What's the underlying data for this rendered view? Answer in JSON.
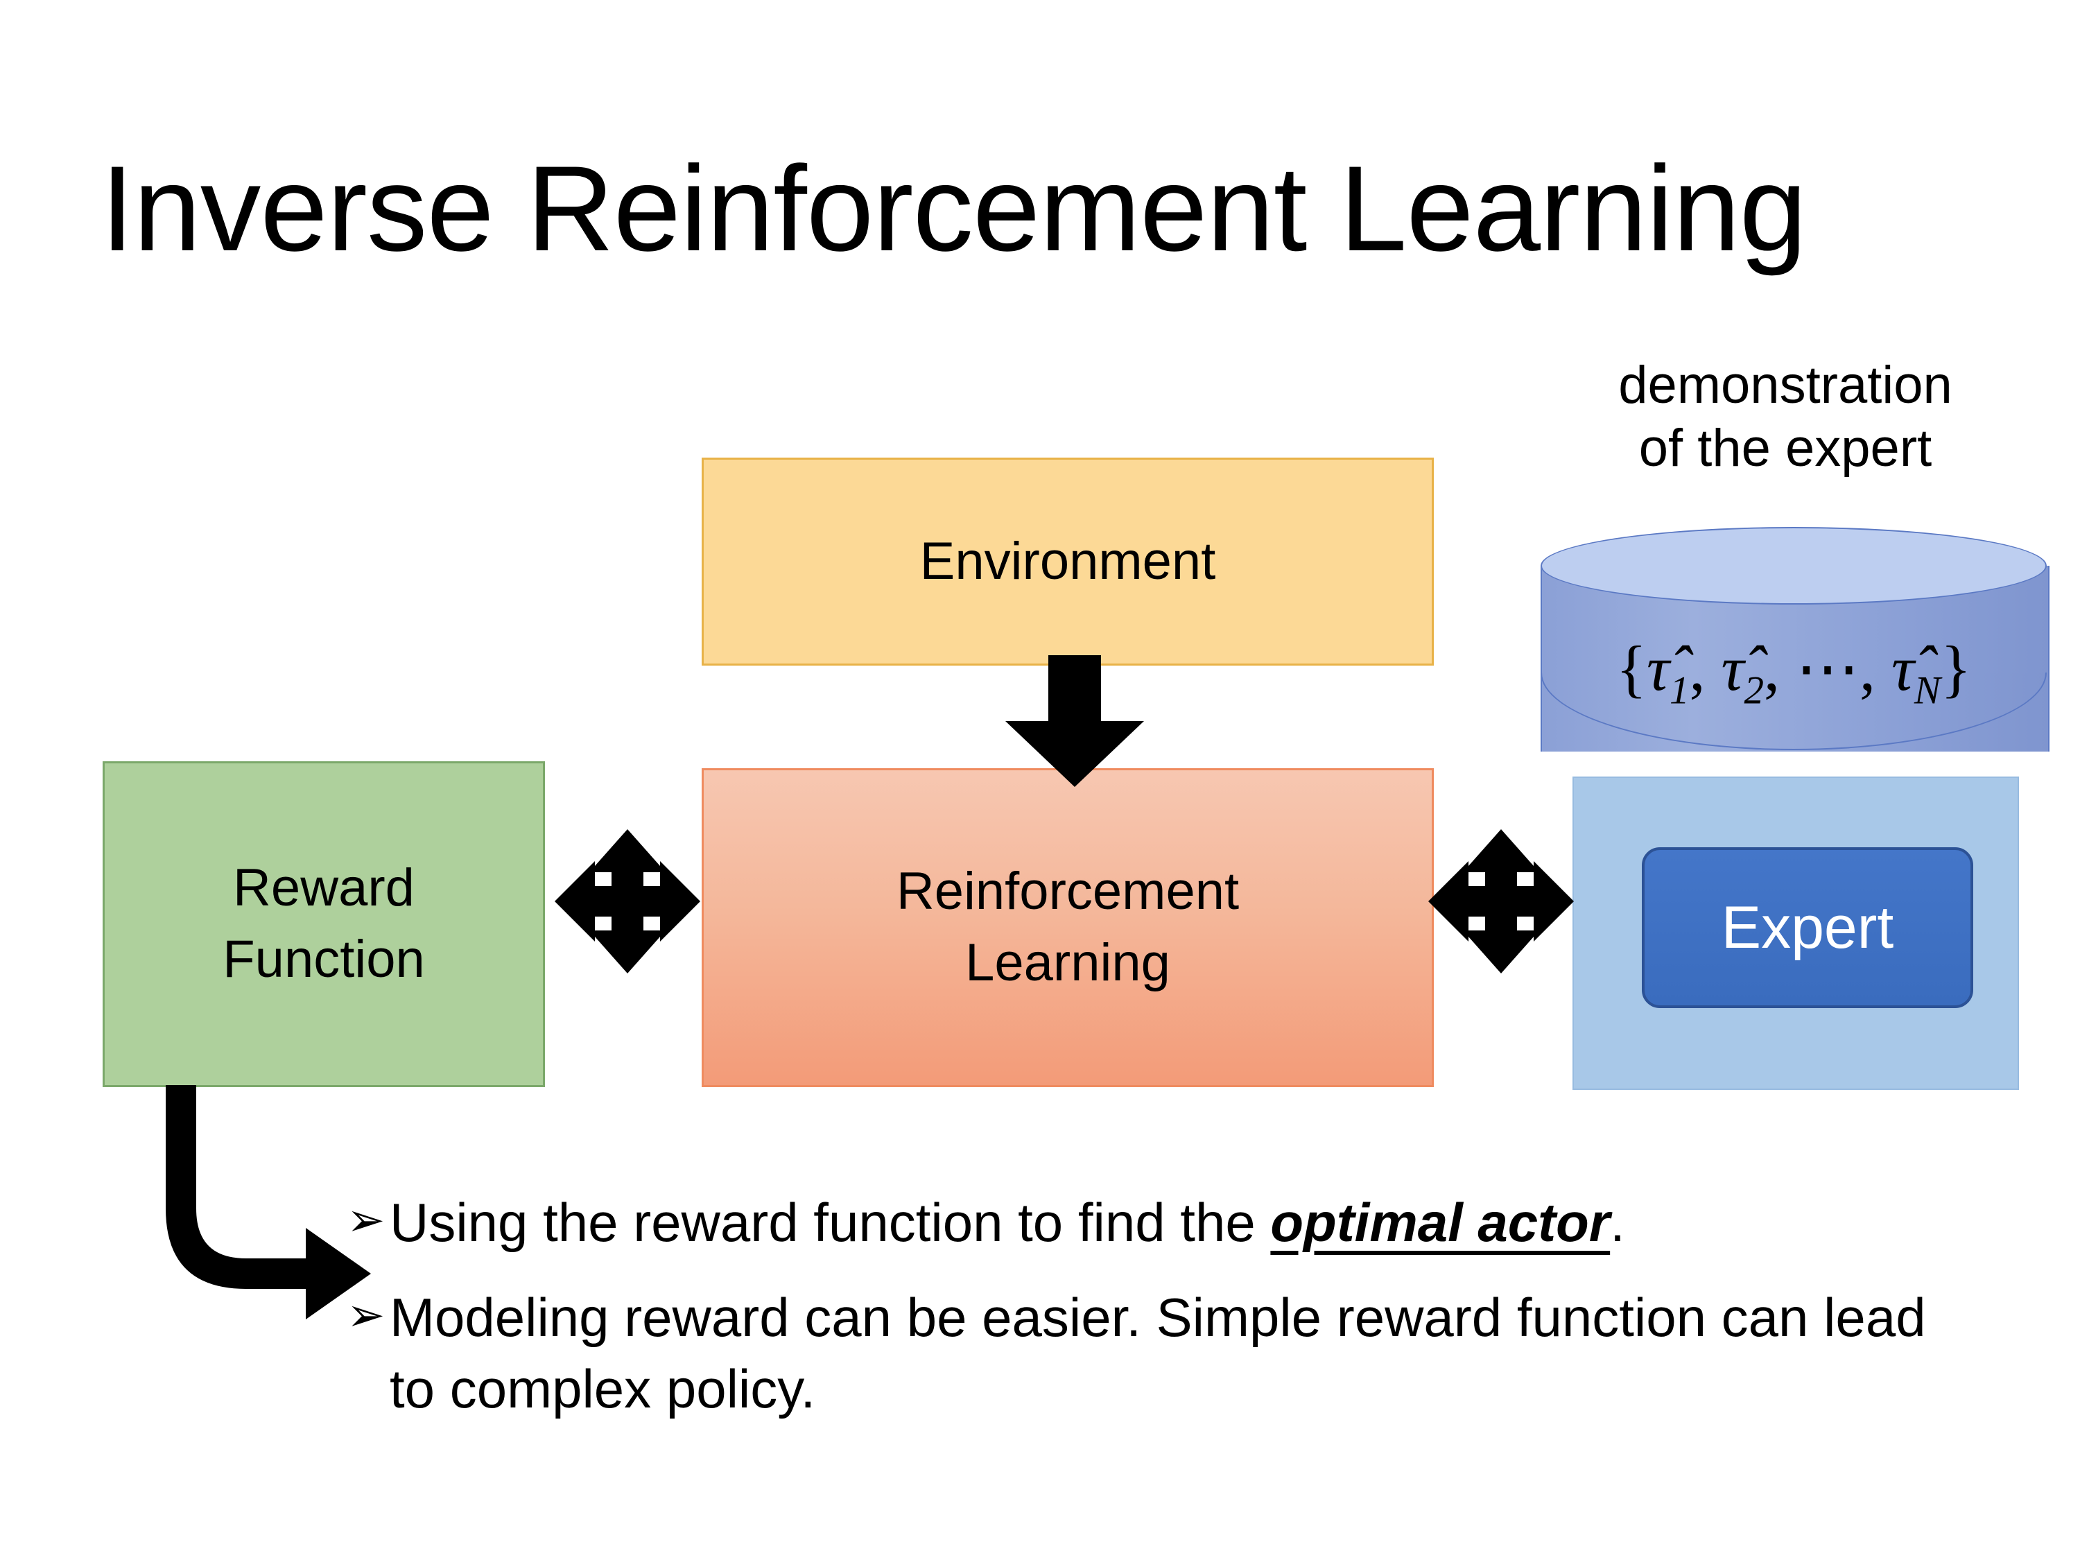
{
  "slide": {
    "title": "Inverse Reinforcement Learning",
    "background_color": "#FFFFFF"
  },
  "diagram": {
    "nodes": [
      {
        "name": "reward-function",
        "label": "Reward\nFunction",
        "label_line1": "Reward",
        "label_line2": "Function",
        "fill_color": "#AED09C",
        "border_color": "#7BA86A"
      },
      {
        "name": "environment",
        "label": "Environment",
        "fill_color": "#FCD996",
        "border_color": "#E8B248"
      },
      {
        "name": "reinforcement-learning",
        "label": "Reinforcement\nLearning",
        "label_line1": "Reinforcement",
        "label_line2": "Learning",
        "fill_color": "#F4B79A",
        "border_color": "#EF8B5F"
      },
      {
        "name": "expert",
        "label": "Expert",
        "fill_color": "#3D6FC4",
        "border_color": "#2C5296",
        "text_color": "#FFFFFF"
      }
    ],
    "demonstration": {
      "caption_line1": "demonstration",
      "caption_line2": "of the expert",
      "cylinder_fill": "#8BA0D6",
      "cylinder_top_fill": "#BDCEF0",
      "panel_fill": "#A8C8E8",
      "formula": {
        "open_brace": "{",
        "terms": [
          {
            "symbol": "τ̂",
            "subscript": "1",
            "separator": ","
          },
          {
            "symbol": "τ̂",
            "subscript": "2",
            "separator": ","
          },
          {
            "symbol": "⋯",
            "subscript": "",
            "separator": ","
          },
          {
            "symbol": "τ̂",
            "subscript": "N",
            "separator": ""
          }
        ],
        "close_brace": "}",
        "plain": "{τ̂1, τ̂2, ⋯, τ̂N}"
      }
    },
    "connectors": [
      {
        "name": "environment-to-rl-arrow",
        "kind": "down-arrow",
        "color": "#000000"
      },
      {
        "name": "reward-rl-bidirectional-arrow",
        "kind": "quad-arrow",
        "color": "#000000"
      },
      {
        "name": "rl-expert-bidirectional-arrow",
        "kind": "quad-arrow",
        "color": "#000000"
      },
      {
        "name": "reward-to-bullets-elbow-arrow",
        "kind": "bent-arrow-down-right",
        "color": "#000000"
      }
    ]
  },
  "bullets": {
    "marker": "➢",
    "items": [
      {
        "prefix": "Using the reward function to find the ",
        "emphasis": "optimal actor",
        "suffix": "."
      },
      {
        "prefix": "Modeling reward can be easier. Simple reward function can lead to complex policy.",
        "emphasis": "",
        "suffix": ""
      }
    ]
  }
}
